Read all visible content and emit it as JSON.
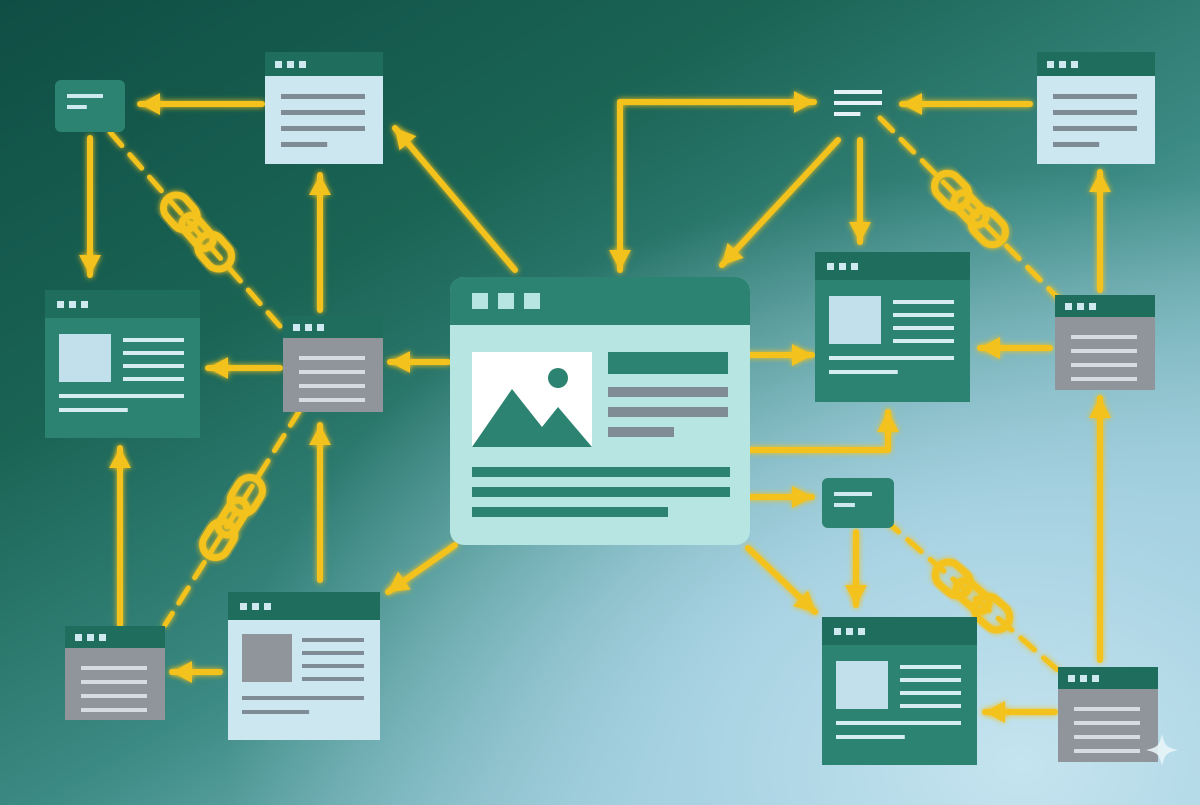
{
  "image": {
    "kind": "illustration",
    "theme": "web pages connected by hyperlinks"
  },
  "colors": {
    "dark_green": "#1f6e5d",
    "mid_green": "#2c8371",
    "light_blue": "#cde7f1",
    "grey": "#8f959b",
    "link_yellow": "#f4c21c",
    "center_bg": "#b7e5e2"
  },
  "icons": [
    "image-placeholder-icon",
    "chain-link-icon",
    "arrow-icon",
    "sparkle-icon"
  ],
  "pages": [
    {
      "id": "hub-page",
      "style": "center"
    },
    {
      "id": "top-left-small-card",
      "style": "dark"
    },
    {
      "id": "top-left-page",
      "style": "light"
    },
    {
      "id": "left-page",
      "style": "dark-thumb"
    },
    {
      "id": "mid-left-page",
      "style": "grey"
    },
    {
      "id": "bottom-left-small-page",
      "style": "grey"
    },
    {
      "id": "bottom-left-page",
      "style": "light-thumb"
    },
    {
      "id": "top-right-small-card",
      "style": "plain"
    },
    {
      "id": "top-right-page",
      "style": "light"
    },
    {
      "id": "right-page",
      "style": "dark-thumb"
    },
    {
      "id": "far-right-page",
      "style": "grey"
    },
    {
      "id": "lower-right-small-card",
      "style": "dark"
    },
    {
      "id": "bottom-right-page",
      "style": "dark-thumb"
    },
    {
      "id": "bottom-right-small-page",
      "style": "grey"
    }
  ]
}
